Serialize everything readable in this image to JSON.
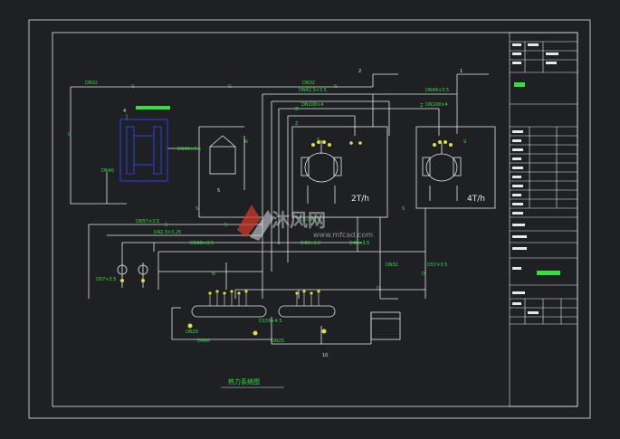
{
  "colors": {
    "background": "#1f2023",
    "frame": "#e8e8e8",
    "pipe": "#e8e8e8",
    "label": "#33e040",
    "equipment_blue": "#2d3fe8",
    "valve_yellow": "#e8d84a",
    "accent_red": "#d93a2a"
  },
  "pipe_labels": {
    "dn32_top_left": "DN32",
    "dn32_top_mid": "DN32",
    "dn42_1": "DN42.3×3.5",
    "dn108": "DN108×4",
    "dn48_right": "DN48×3.5",
    "dn108_right": "DN108×4",
    "dn48_tank": "DN48×3.5",
    "dn57_1": "DN57×3.5",
    "dn42_2": "D42.3×3.25",
    "dn48_mid": "DN48×3.5",
    "dn57_left": "D57×3.5",
    "dn57_3": "D57×3.5",
    "dn48_bottom": "D48×3.5",
    "dn48_bottom2": "D48×3.5",
    "dn32_right": "DN32",
    "dn57_right": "D57×3.5",
    "dn40": "DN40",
    "dn20": "DN20",
    "dn40_b": "DN40",
    "dn25": "DN25",
    "dn159": "D159×4.5"
  },
  "letter_marks": {
    "g": "G",
    "z": "Z",
    "s": "S",
    "n": "N",
    "d": "D"
  },
  "boiler_labels": {
    "boiler_2": "2T/h",
    "boiler_4": "4T/h"
  },
  "item_numbers": {
    "n1": "1",
    "n2": "2",
    "n4": "4",
    "n5": "5",
    "n10": "10"
  },
  "drawing_title": "热力系统图",
  "watermark": {
    "text": "沐风网",
    "url": "www.mfcad.com"
  }
}
